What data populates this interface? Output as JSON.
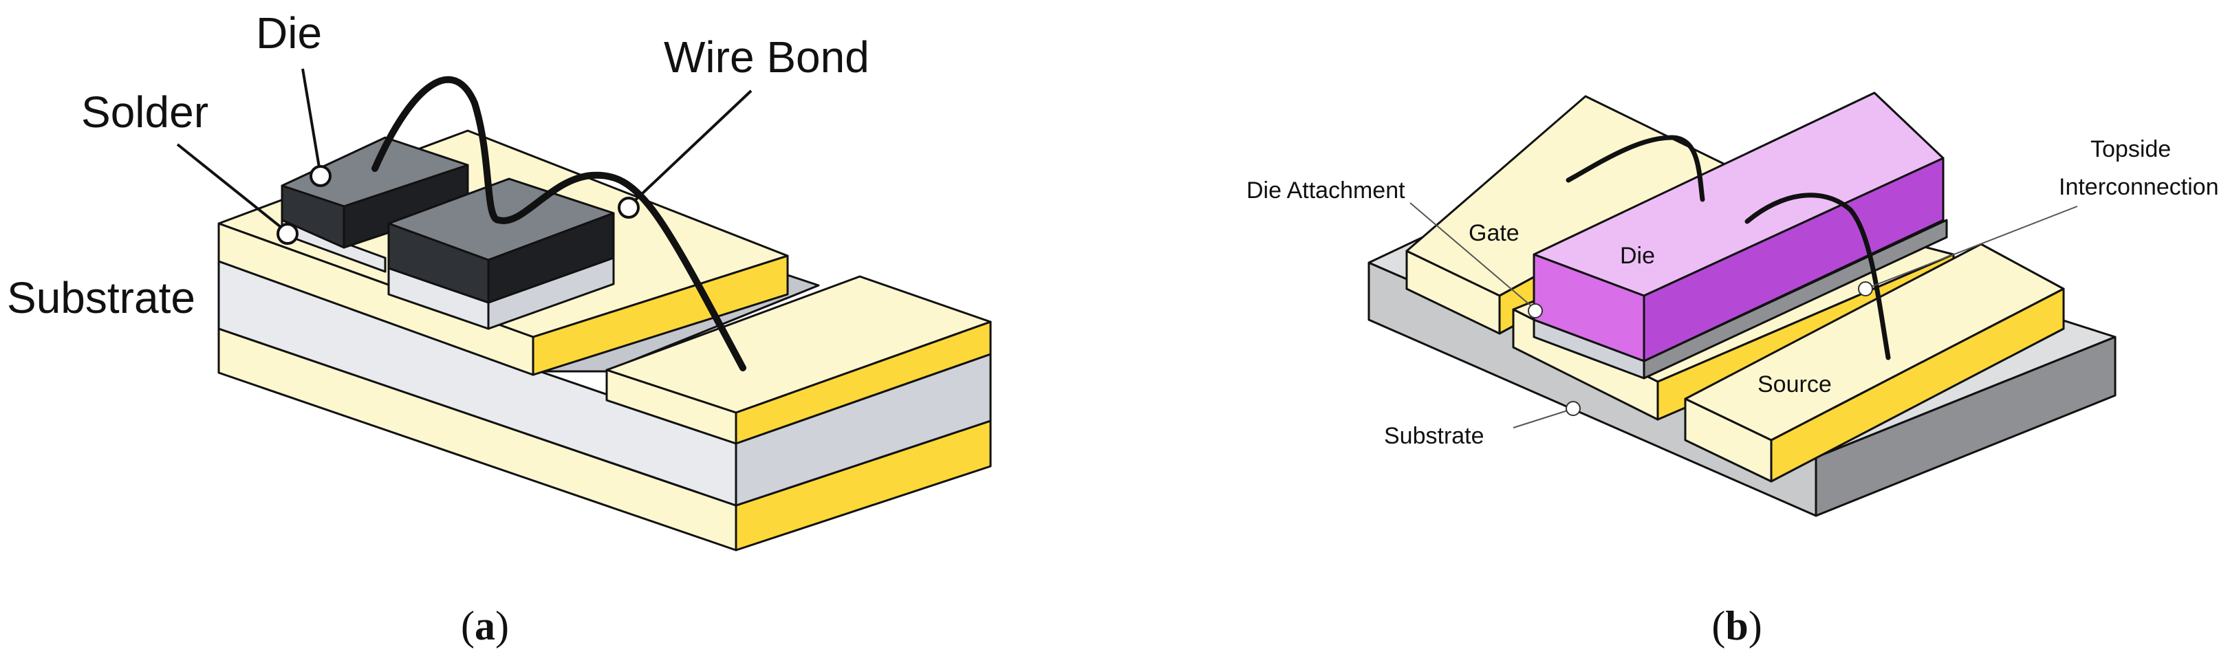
{
  "figure_a": {
    "labels": {
      "die": "Die",
      "solder": "Solder",
      "wire_bond": "Wire Bond",
      "substrate": "Substrate"
    },
    "caption": {
      "open": "(",
      "letter": "a",
      "close": ")"
    }
  },
  "figure_b": {
    "labels": {
      "die_attachment": "Die Attachment",
      "topside_line1": "Topside",
      "topside_line2": "Interconnection",
      "gate": "Gate",
      "die": "Die",
      "source": "Source",
      "substrate": "Substrate"
    },
    "caption": {
      "open": "(",
      "letter": "b",
      "close": ")"
    }
  },
  "colors": {
    "copper_top": "#fdf7d0",
    "copper_side": "#fcd83a",
    "ceramic_front": "#e8eaee",
    "ceramic_side": "#cfd2d8",
    "die_dark_top": "#7e8289",
    "die_dark_front": "#2f3237",
    "die_dark_side": "#1d1f23",
    "solder_light": "#e6e8eb",
    "die_pink_top": "#edbef6",
    "die_pink_front": "#d86ee8",
    "die_pink_side": "#b549d6",
    "substrate_top": "#dedfe1",
    "substrate_front": "#c8c9cb",
    "substrate_side": "#8e9094"
  }
}
